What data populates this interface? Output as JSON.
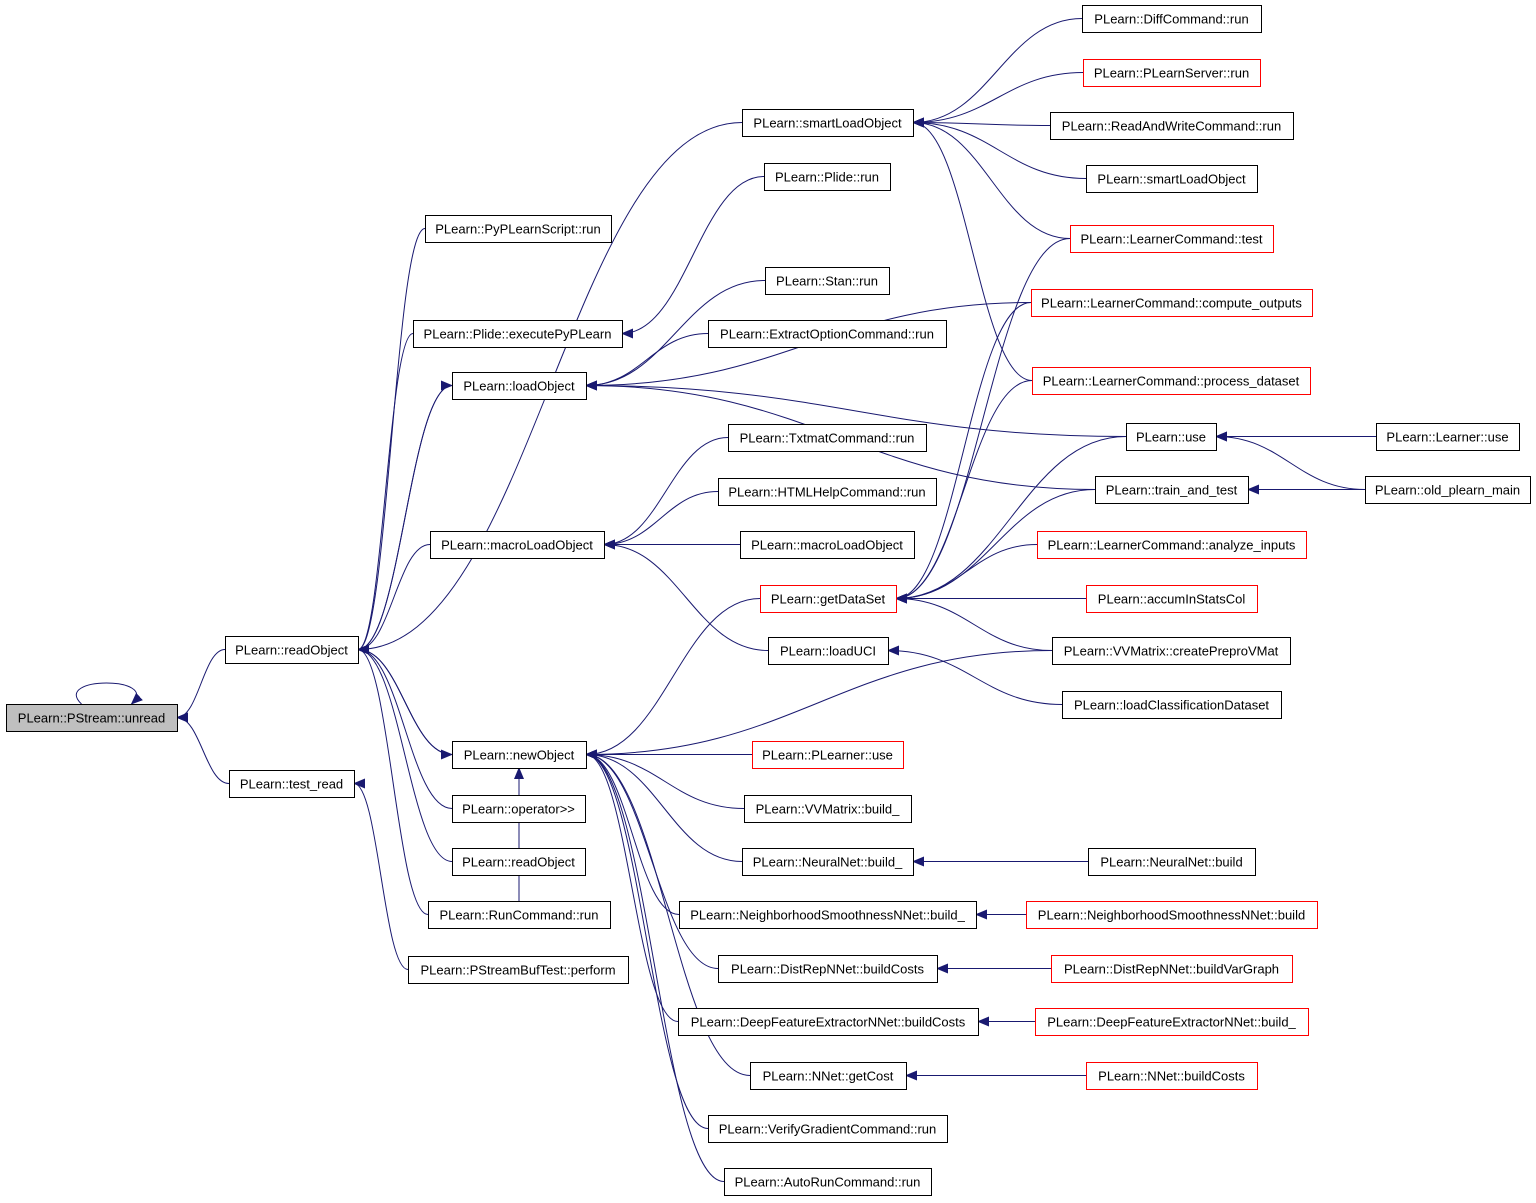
{
  "colors": {
    "edge": "#191970",
    "border_default": "#000000",
    "border_truncated": "#ff0000",
    "root_fill": "#bfbfbf",
    "node_fill": "#ffffff"
  },
  "nodes": [
    {
      "id": "unread",
      "label": "PLearn::PStream::unread",
      "style": "root"
    },
    {
      "id": "readObject",
      "label": "PLearn::readObject",
      "style": "normal"
    },
    {
      "id": "test_read",
      "label": "PLearn::test_read",
      "style": "normal"
    },
    {
      "id": "pypl",
      "label": "PLearn::PyPLearnScript::run",
      "style": "normal"
    },
    {
      "id": "executePy",
      "label": "PLearn::Plide::executePyPLearn",
      "style": "normal"
    },
    {
      "id": "loadObject",
      "label": "PLearn::loadObject",
      "style": "normal"
    },
    {
      "id": "macroLoad",
      "label": "PLearn::macroLoadObject",
      "style": "normal"
    },
    {
      "id": "newObject",
      "label": "PLearn::newObject",
      "style": "normal"
    },
    {
      "id": "opshift",
      "label": "PLearn::operator>>",
      "style": "normal"
    },
    {
      "id": "readObject2",
      "label": "PLearn::readObject",
      "style": "normal"
    },
    {
      "id": "runCmd",
      "label": "PLearn::RunCommand::run",
      "style": "normal"
    },
    {
      "id": "psbt",
      "label": "PLearn::PStreamBufTest::perform",
      "style": "normal"
    },
    {
      "id": "smartLoad",
      "label": "PLearn::smartLoadObject",
      "style": "normal"
    },
    {
      "id": "plide",
      "label": "PLearn::Plide::run",
      "style": "normal"
    },
    {
      "id": "stan",
      "label": "PLearn::Stan::run",
      "style": "normal"
    },
    {
      "id": "extractOpt",
      "label": "PLearn::ExtractOptionCommand::run",
      "style": "normal"
    },
    {
      "id": "txtmat",
      "label": "PLearn::TxtmatCommand::run",
      "style": "normal"
    },
    {
      "id": "htmlhelp",
      "label": "PLearn::HTMLHelpCommand::run",
      "style": "normal"
    },
    {
      "id": "macroLoad2",
      "label": "PLearn::macroLoadObject",
      "style": "normal"
    },
    {
      "id": "getDataSet",
      "label": "PLearn::getDataSet",
      "style": "truncated"
    },
    {
      "id": "loadUCI",
      "label": "PLearn::loadUCI",
      "style": "normal"
    },
    {
      "id": "plearner",
      "label": "PLearn::PLearner::use",
      "style": "truncated"
    },
    {
      "id": "vvbuild",
      "label": "PLearn::VVMatrix::build_",
      "style": "normal"
    },
    {
      "id": "nnbuild",
      "label": "PLearn::NeuralNet::build_",
      "style": "normal"
    },
    {
      "id": "nsnnbuild_",
      "label": "PLearn::NeighborhoodSmoothnessNNet::build_",
      "style": "normal"
    },
    {
      "id": "drbuildCosts",
      "label": "PLearn::DistRepNNet::buildCosts",
      "style": "normal"
    },
    {
      "id": "dfeBuildCosts",
      "label": "PLearn::DeepFeatureExtractorNNet::buildCosts",
      "style": "normal"
    },
    {
      "id": "nnetGetCost",
      "label": "PLearn::NNet::getCost",
      "style": "normal"
    },
    {
      "id": "verifyGrad",
      "label": "PLearn::VerifyGradientCommand::run",
      "style": "normal"
    },
    {
      "id": "autoRun",
      "label": "PLearn::AutoRunCommand::run",
      "style": "normal"
    },
    {
      "id": "diff",
      "label": "PLearn::DiffCommand::run",
      "style": "normal"
    },
    {
      "id": "plserver",
      "label": "PLearn::PLearnServer::run",
      "style": "truncated"
    },
    {
      "id": "rwcmd",
      "label": "PLearn::ReadAndWriteCommand::run",
      "style": "normal"
    },
    {
      "id": "smartLoad2",
      "label": "PLearn::smartLoadObject",
      "style": "normal"
    },
    {
      "id": "lcTest",
      "label": "PLearn::LearnerCommand::test",
      "style": "truncated"
    },
    {
      "id": "lcCompute",
      "label": "PLearn::LearnerCommand::compute_outputs",
      "style": "truncated"
    },
    {
      "id": "lcProcess",
      "label": "PLearn::LearnerCommand::process_dataset",
      "style": "truncated"
    },
    {
      "id": "use",
      "label": "PLearn::use",
      "style": "normal"
    },
    {
      "id": "trainTest",
      "label": "PLearn::train_and_test",
      "style": "normal"
    },
    {
      "id": "lcAnalyze",
      "label": "PLearn::LearnerCommand::analyze_inputs",
      "style": "truncated"
    },
    {
      "id": "accum",
      "label": "PLearn::accumInStatsCol",
      "style": "truncated"
    },
    {
      "id": "vvPrepro",
      "label": "PLearn::VVMatrix::createPreproVMat",
      "style": "normal"
    },
    {
      "id": "loadClass",
      "label": "PLearn::loadClassificationDataset",
      "style": "normal"
    },
    {
      "id": "nnbuild2",
      "label": "PLearn::NeuralNet::build",
      "style": "normal"
    },
    {
      "id": "nsnnbuild",
      "label": "PLearn::NeighborhoodSmoothnessNNet::build",
      "style": "truncated"
    },
    {
      "id": "drVarGraph",
      "label": "PLearn::DistRepNNet::buildVarGraph",
      "style": "truncated"
    },
    {
      "id": "dfeBuild_",
      "label": "PLearn::DeepFeatureExtractorNNet::build_",
      "style": "truncated"
    },
    {
      "id": "nnetBuildCosts",
      "label": "PLearn::NNet::buildCosts",
      "style": "truncated"
    },
    {
      "id": "learnerUse",
      "label": "PLearn::Learner::use",
      "style": "normal"
    },
    {
      "id": "oldMain",
      "label": "PLearn::old_plearn_main",
      "style": "normal"
    }
  ],
  "edges": [
    [
      "unread",
      "unread"
    ],
    [
      "readObject",
      "unread"
    ],
    [
      "test_read",
      "unread"
    ],
    [
      "pypl",
      "readObject"
    ],
    [
      "smartLoad",
      "readObject"
    ],
    [
      "executePy",
      "readObject"
    ],
    [
      "loadObject",
      "readObject"
    ],
    [
      "macroLoad",
      "readObject"
    ],
    [
      "newObject",
      "readObject"
    ],
    [
      "opshift",
      "readObject"
    ],
    [
      "readObject2",
      "readObject"
    ],
    [
      "runCmd",
      "readObject"
    ],
    [
      "readObject",
      "loadObject"
    ],
    [
      "readObject",
      "newObject"
    ],
    [
      "psbt",
      "test_read"
    ],
    [
      "diff",
      "smartLoad"
    ],
    [
      "plserver",
      "smartLoad"
    ],
    [
      "rwcmd",
      "smartLoad"
    ],
    [
      "smartLoad2",
      "smartLoad"
    ],
    [
      "lcTest",
      "smartLoad"
    ],
    [
      "lcProcess",
      "smartLoad"
    ],
    [
      "plide",
      "executePy"
    ],
    [
      "stan",
      "loadObject"
    ],
    [
      "extractOpt",
      "loadObject"
    ],
    [
      "use",
      "loadObject"
    ],
    [
      "trainTest",
      "loadObject"
    ],
    [
      "lcCompute",
      "loadObject"
    ],
    [
      "txtmat",
      "macroLoad"
    ],
    [
      "htmlhelp",
      "macroLoad"
    ],
    [
      "macroLoad2",
      "macroLoad"
    ],
    [
      "loadUCI",
      "macroLoad"
    ],
    [
      "runCmd",
      "newObject"
    ],
    [
      "plearner",
      "newObject"
    ],
    [
      "vvbuild",
      "newObject"
    ],
    [
      "nnbuild",
      "newObject"
    ],
    [
      "nsnnbuild_",
      "newObject"
    ],
    [
      "drbuildCosts",
      "newObject"
    ],
    [
      "dfeBuildCosts",
      "newObject"
    ],
    [
      "nnetGetCost",
      "newObject"
    ],
    [
      "verifyGrad",
      "newObject"
    ],
    [
      "autoRun",
      "newObject"
    ],
    [
      "vvPrepro",
      "newObject"
    ],
    [
      "getDataSet",
      "newObject"
    ],
    [
      "lcTest",
      "getDataSet"
    ],
    [
      "lcCompute",
      "getDataSet"
    ],
    [
      "lcProcess",
      "getDataSet"
    ],
    [
      "use",
      "getDataSet"
    ],
    [
      "trainTest",
      "getDataSet"
    ],
    [
      "lcAnalyze",
      "getDataSet"
    ],
    [
      "accum",
      "getDataSet"
    ],
    [
      "vvPrepro",
      "getDataSet"
    ],
    [
      "loadClass",
      "loadUCI"
    ],
    [
      "nnbuild2",
      "nnbuild"
    ],
    [
      "nsnnbuild",
      "nsnnbuild_"
    ],
    [
      "drVarGraph",
      "drbuildCosts"
    ],
    [
      "dfeBuild_",
      "dfeBuildCosts"
    ],
    [
      "nnetBuildCosts",
      "nnetGetCost"
    ],
    [
      "learnerUse",
      "use"
    ],
    [
      "oldMain",
      "use"
    ],
    [
      "oldMain",
      "trainTest"
    ]
  ]
}
